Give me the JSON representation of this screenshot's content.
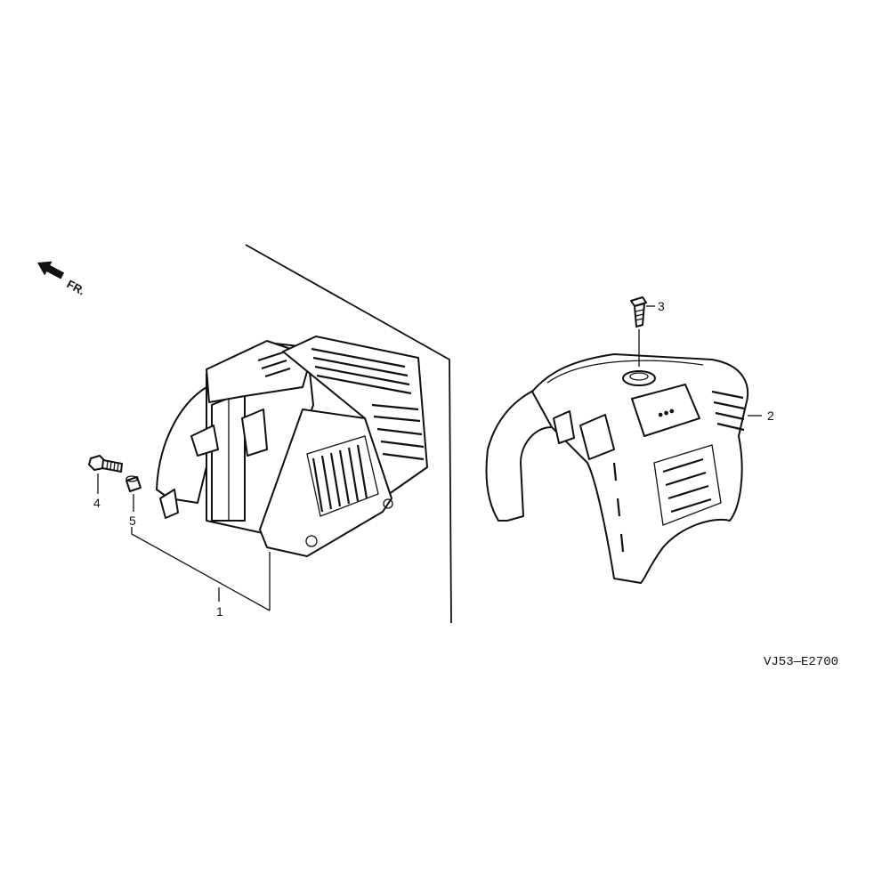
{
  "direction": {
    "label": "FR.",
    "icon": "front-direction-arrow-icon"
  },
  "callouts": [
    {
      "id": "1",
      "label": "1"
    },
    {
      "id": "2",
      "label": "2"
    },
    {
      "id": "3",
      "label": "3"
    },
    {
      "id": "4",
      "label": "4"
    },
    {
      "id": "5",
      "label": "5"
    }
  ],
  "diagram_code": "VJ53—E2700",
  "colors": {
    "ink": "#111111",
    "paper": "#ffffff"
  }
}
